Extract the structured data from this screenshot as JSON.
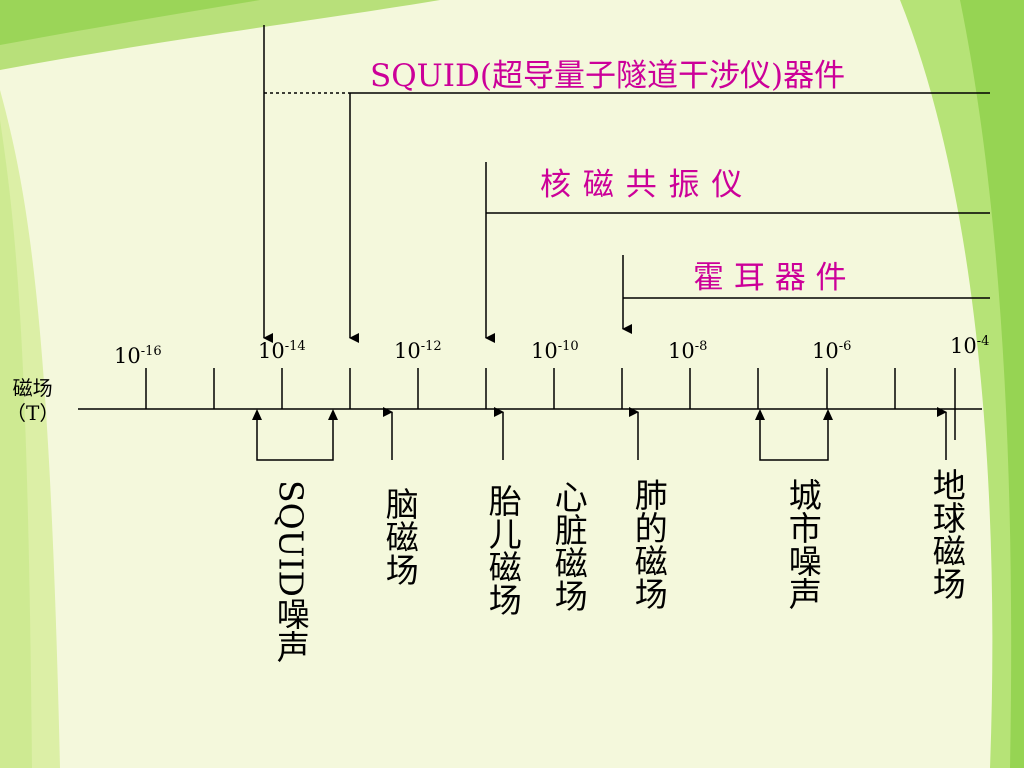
{
  "instruments": {
    "squid": "SQUID(超导量子隧道干涉仪)器件",
    "nmr": "核 磁 共 振 仪",
    "hall": "霍 耳 器 件"
  },
  "axis": {
    "label_line1": "磁场",
    "label_line2": "（T）",
    "ticks": [
      {
        "base": "10",
        "exp": "-16"
      },
      {
        "base": "10",
        "exp": "-14"
      },
      {
        "base": "10",
        "exp": "-12"
      },
      {
        "base": "10",
        "exp": "-10"
      },
      {
        "base": "10",
        "exp": "-8"
      },
      {
        "base": "10",
        "exp": "-6"
      },
      {
        "base": "10",
        "exp": "-4"
      }
    ]
  },
  "sources": {
    "squid_noise": "SQUID噪声",
    "brain": "脑磁场",
    "fetal": "胎儿磁场",
    "heart": "心脏磁场",
    "lung": "肺的磁场",
    "urban": "城市噪声",
    "earth": "地球磁场"
  }
}
